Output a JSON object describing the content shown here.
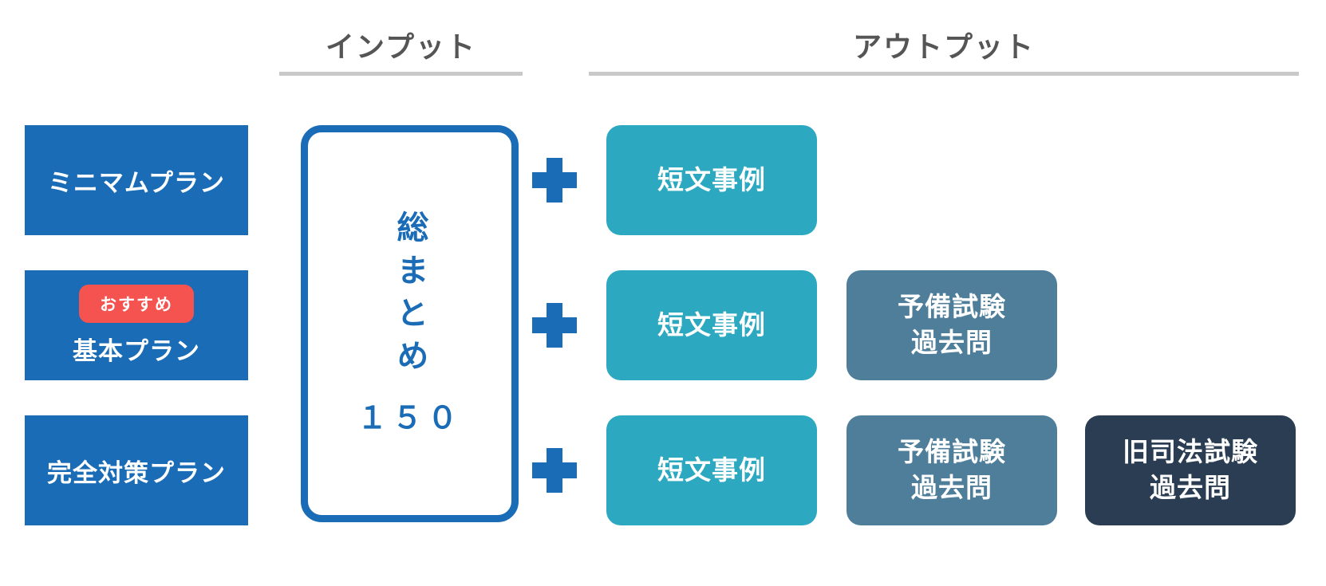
{
  "headers": {
    "input": "インプット",
    "output": "アウトプット"
  },
  "plans": [
    {
      "label": "ミニマムプラン",
      "badge": null
    },
    {
      "label": "基本プラン",
      "badge": "おすすめ"
    },
    {
      "label": "完全対策プラン",
      "badge": null
    }
  ],
  "input_box": {
    "vertical_title": "総まとめ",
    "number": "１５０"
  },
  "output_grid": {
    "rows": [
      {
        "cells": [
          {
            "color": "teal",
            "lines": [
              "短文事例"
            ]
          }
        ]
      },
      {
        "cells": [
          {
            "color": "teal",
            "lines": [
              "短文事例"
            ]
          },
          {
            "color": "slate",
            "lines": [
              "予備試験",
              "過去問"
            ]
          }
        ]
      },
      {
        "cells": [
          {
            "color": "teal",
            "lines": [
              "短文事例"
            ]
          },
          {
            "color": "slate",
            "lines": [
              "予備試験",
              "過去問"
            ]
          },
          {
            "color": "navy",
            "lines": [
              "旧司法試験",
              "過去問"
            ]
          }
        ]
      }
    ]
  },
  "icons": {
    "plus": {
      "name": "plus-icon",
      "glyph": "＋",
      "color": "#1b6cb7"
    }
  },
  "colors": {
    "primary_blue": "#1b6cb7",
    "teal": "#2ca8c0",
    "slate": "#4f7e9b",
    "navy": "#2a3d52",
    "badge_red": "#f4534f",
    "header_text": "#555555",
    "underline_gray": "#c9c9c9",
    "box_text": "#ffffff"
  }
}
